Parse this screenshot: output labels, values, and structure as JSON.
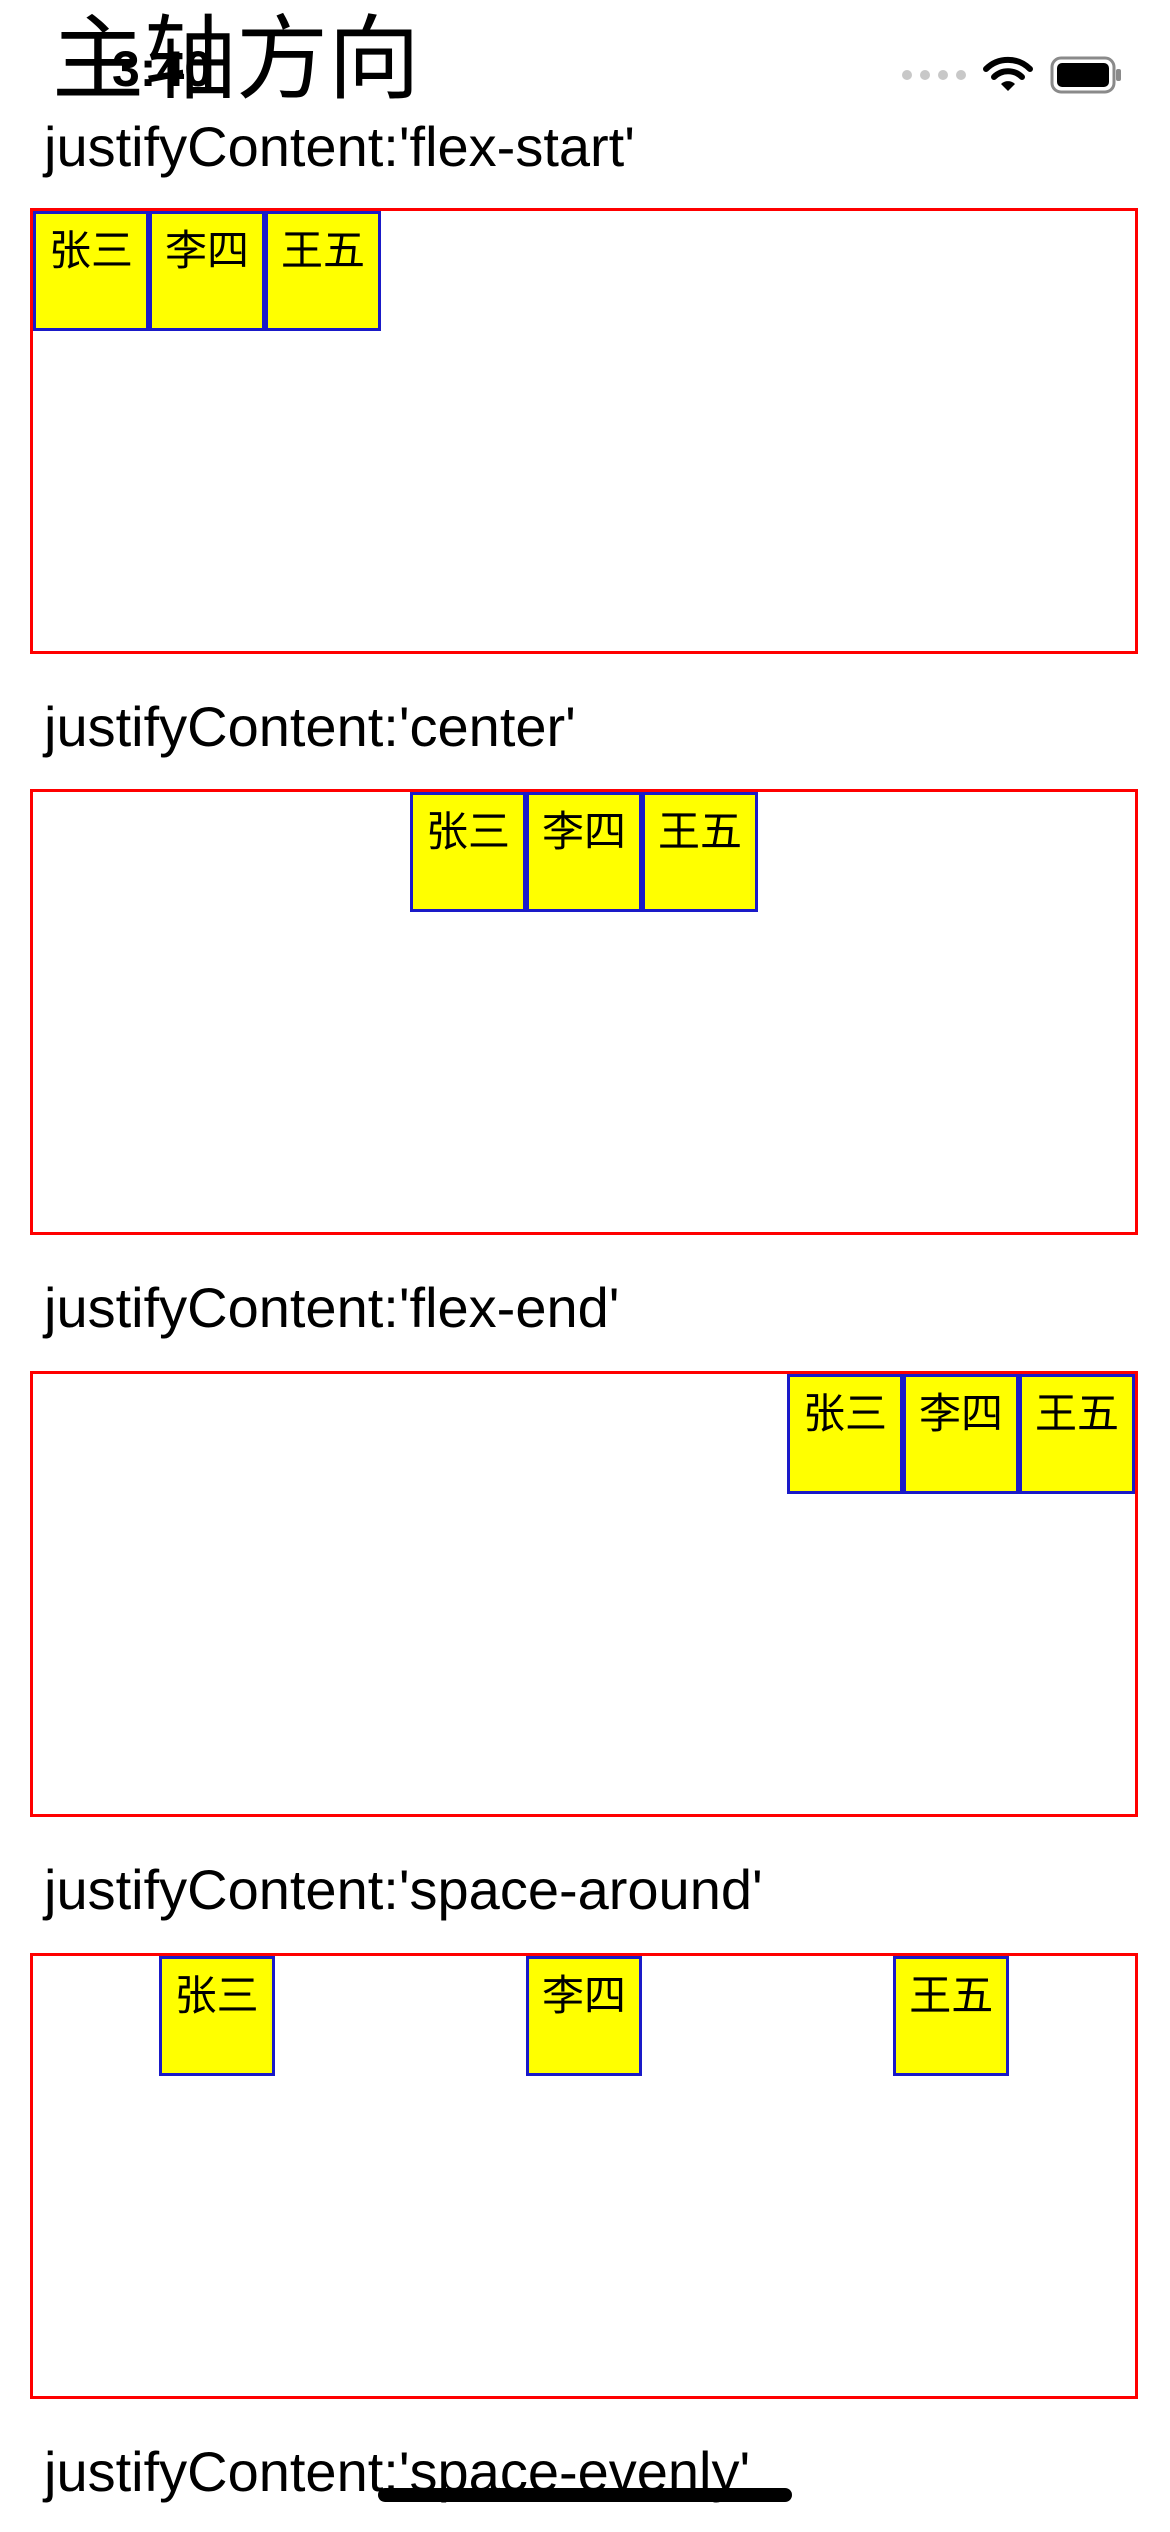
{
  "status_bar": {
    "time": "3:40",
    "signal_icon": "signal-dots-icon",
    "wifi_icon": "wifi-icon",
    "battery_icon": "battery-icon"
  },
  "page": {
    "title": "主轴方向"
  },
  "demos": [
    {
      "label": "justifyContent:'flex-start'",
      "items": [
        "张三",
        "李四",
        "王五"
      ]
    },
    {
      "label": "justifyContent:'center'",
      "items": [
        "张三",
        "李四",
        "王五"
      ]
    },
    {
      "label": "justifyContent:'flex-end'",
      "items": [
        "张三",
        "李四",
        "王五"
      ]
    },
    {
      "label": "justifyContent:'space-around'",
      "items": [
        "张三",
        "李四",
        "王五"
      ]
    },
    {
      "label": "justifyContent:'space-evenly'"
    }
  ],
  "colors": {
    "container_border": "#ff0000",
    "item_fill": "#ffff00",
    "item_border": "#1a1ac8"
  }
}
